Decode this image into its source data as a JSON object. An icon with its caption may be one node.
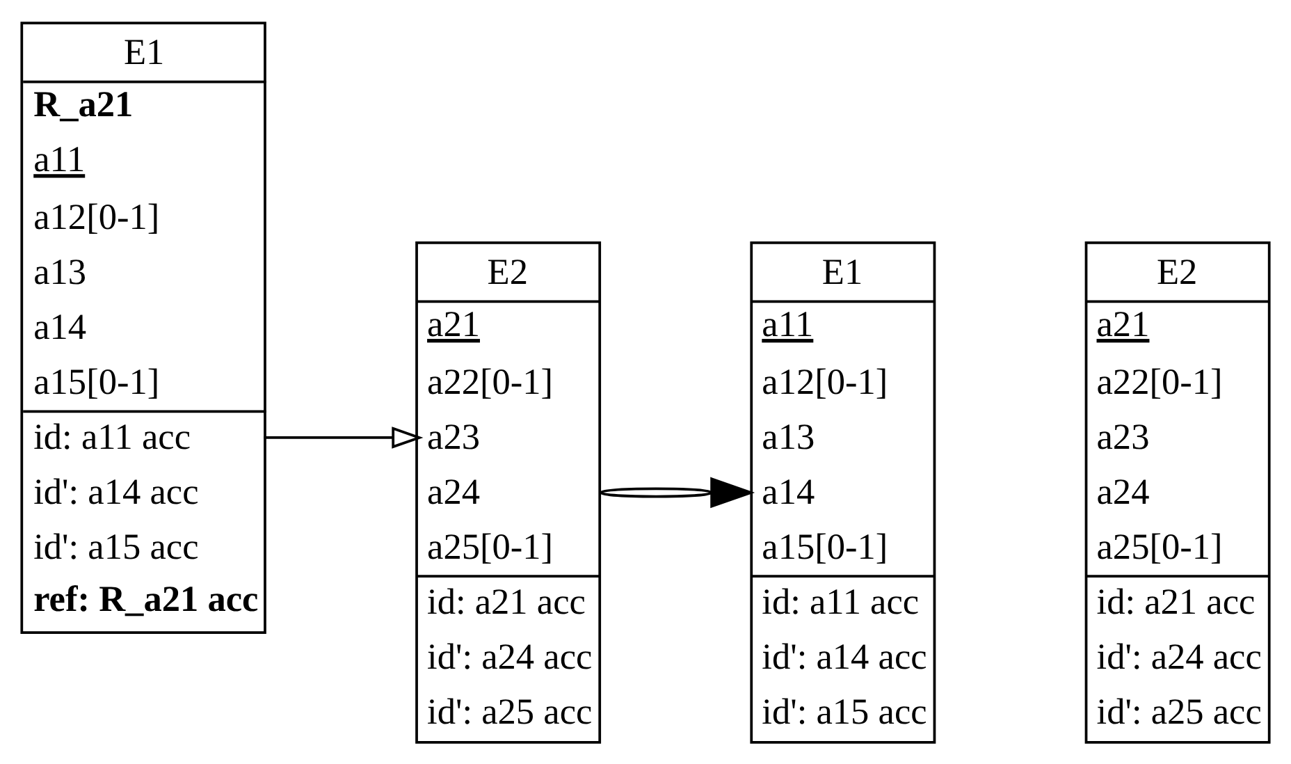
{
  "diagram": {
    "nodes": [
      {
        "text": [
          "E1",
          "**R_a21**",
          "a11",
          "a12[0-1]",
          "a13",
          "a14",
          "a15[0-1]",
          "id: a11 acc",
          "id': a14 acc",
          "id': a15 acc",
          "**ref: R_a21 acc**"
        ]
      },
      {
        "text": [
          "E2",
          "a21",
          "a22[0-1]",
          "a23",
          "a24",
          "a25[0-1]",
          "id: a21 acc",
          "id': a24 acc",
          "id': a25 acc"
        ]
      },
      {
        "text": [
          "E1",
          "a11",
          "a12[0-1]",
          "a13",
          "a14",
          "a15[0-1]",
          "id: a11 acc",
          "id': a14 acc",
          "id': a15 acc"
        ]
      },
      {
        "text": [
          "E2",
          "a21",
          "a22[0-1]",
          "a23",
          "a24",
          "a25[0-1]",
          "id: a21 acc",
          "id': a24 acc",
          "id': a25 acc"
        ]
      }
    ],
    "edges": [
      {
        "from": 0,
        "to": 1,
        "arrow": "to"
      },
      {
        "from": 1,
        "to": 2,
        "arrow": "to"
      }
    ]
  }
}
